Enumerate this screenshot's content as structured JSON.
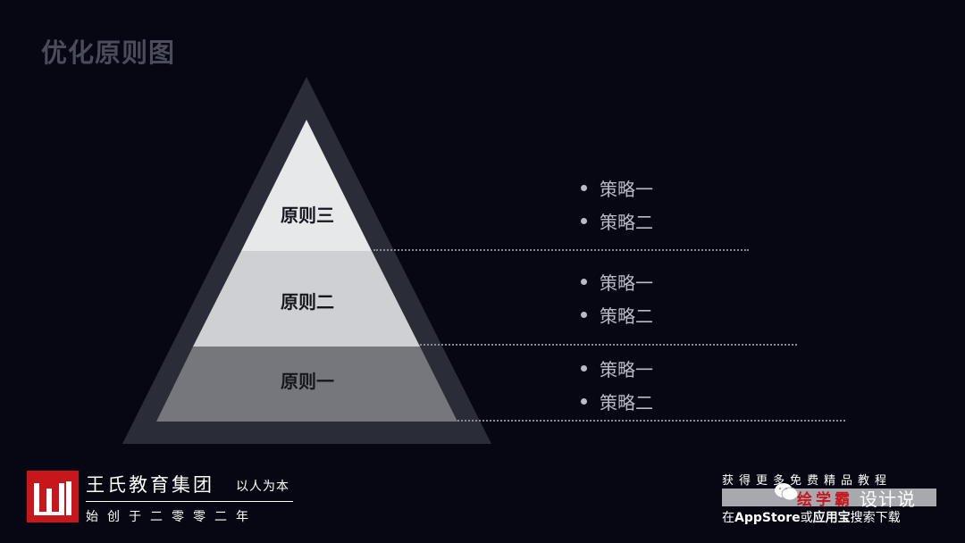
{
  "slide": {
    "title": "优化原则图"
  },
  "pyramid": {
    "layers": [
      {
        "label": "原则三",
        "color": "#e7e8ea"
      },
      {
        "label": "原则二",
        "color": "#cfd0d3"
      },
      {
        "label": "原则一",
        "color": "#76777d"
      }
    ],
    "frame_color": "#2a2c38"
  },
  "strategies": [
    {
      "items": [
        "策略一",
        "策略二"
      ]
    },
    {
      "items": [
        "策略一",
        "策略二"
      ]
    },
    {
      "items": [
        "策略一",
        "策略二"
      ]
    }
  ],
  "footer_left": {
    "org_name": "王氏教育集团",
    "motto": "以人为本",
    "founded": "始创于二零零二年",
    "brand_color": "#c8161d"
  },
  "footer_right": {
    "top": "获得更多免费精品教程",
    "brand_red": "绘学霸",
    "brand_white": "设计说",
    "bottom_prefix": "在",
    "bottom_app1": "AppStore",
    "bottom_mid": "或",
    "bottom_app2": "应用宝",
    "bottom_suffix": "搜索下载"
  }
}
